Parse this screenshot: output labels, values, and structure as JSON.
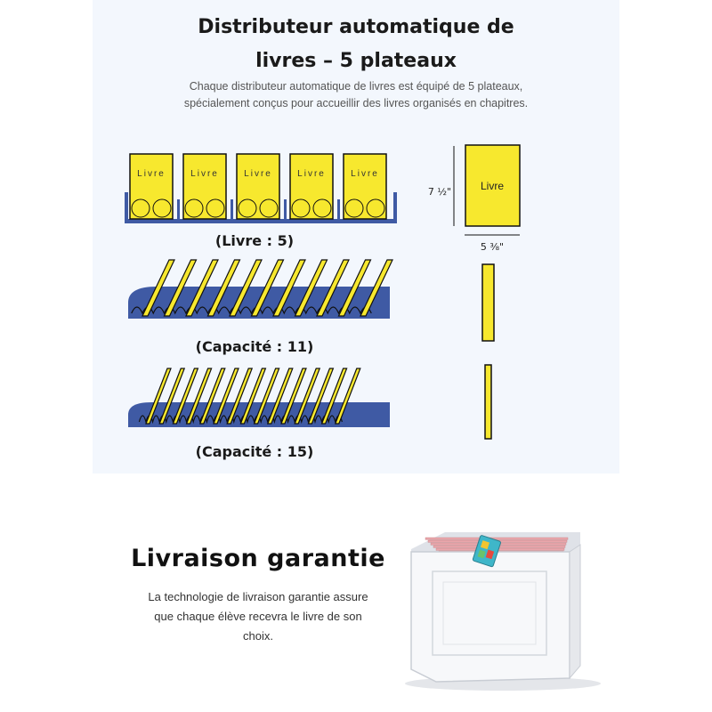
{
  "header": {
    "title_line1": "Distributeur automatique de",
    "title_line2": "livres – 5 plateaux",
    "subtitle": "Chaque distributeur automatique de livres est équipé de 5 plateaux, spécialement conçus pour accueillir des livres organisés en chapitres."
  },
  "tray_a": {
    "book_label": "Livre",
    "book_count": 5,
    "caption": "(Livre : 5)"
  },
  "tray_b": {
    "caption": "(Capacité : 11)",
    "capacity": 11
  },
  "tray_c": {
    "caption": "(Capacité : 15)",
    "capacity": 15
  },
  "dimensions": {
    "book_label": "Livre",
    "height": "7 ½\"",
    "width": "5 ⅜\""
  },
  "delivery": {
    "title": "Livraison garantie",
    "text": "La technologie de livraison garantie assure que chaque élève recevra le livre de son choix."
  },
  "colors": {
    "book_yellow": "#f7e82e",
    "tray_blue": "#3f5aa4",
    "panel_bg": "#f3f7fd"
  }
}
